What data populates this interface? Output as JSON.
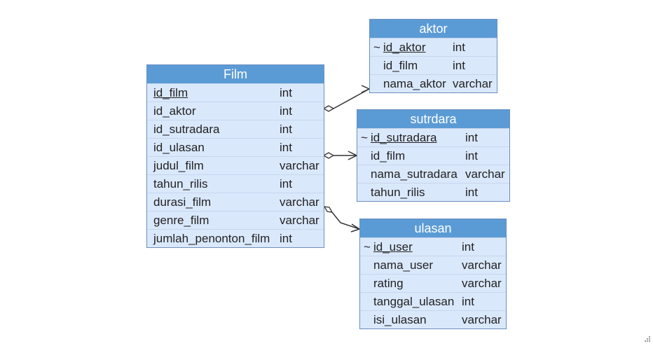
{
  "entities": {
    "film": {
      "title": "Film",
      "rows": [
        {
          "key": "",
          "name": "id_film",
          "type": "int",
          "pk": true
        },
        {
          "key": "",
          "name": "id_aktor",
          "type": "int",
          "pk": false
        },
        {
          "key": "",
          "name": "id_sutradara",
          "type": "int",
          "pk": false
        },
        {
          "key": "",
          "name": "id_ulasan",
          "type": "int",
          "pk": false
        },
        {
          "key": "",
          "name": "judul_film",
          "type": "varchar",
          "pk": false
        },
        {
          "key": "",
          "name": "tahun_rilis",
          "type": "int",
          "pk": false
        },
        {
          "key": "",
          "name": "durasi_film",
          "type": "varchar",
          "pk": false
        },
        {
          "key": "",
          "name": "genre_film",
          "type": "varchar",
          "pk": false
        },
        {
          "key": "",
          "name": "jumlah_penonton_film",
          "type": "int",
          "pk": false
        }
      ]
    },
    "aktor": {
      "title": "aktor",
      "rows": [
        {
          "key": "~",
          "name": "id_aktor",
          "type": "int",
          "pk": true
        },
        {
          "key": "",
          "name": "id_film",
          "type": "int",
          "pk": false
        },
        {
          "key": "",
          "name": "nama_aktor",
          "type": "varchar",
          "pk": false
        }
      ]
    },
    "sutrdara": {
      "title": "sutrdara",
      "rows": [
        {
          "key": "~",
          "name": "id_sutradara",
          "type": "int",
          "pk": true
        },
        {
          "key": "",
          "name": "id_film",
          "type": "int",
          "pk": false
        },
        {
          "key": "",
          "name": "nama_sutradara",
          "type": "varchar",
          "pk": false
        },
        {
          "key": "",
          "name": "tahun_rilis",
          "type": "int",
          "pk": false
        }
      ]
    },
    "ulasan": {
      "title": "ulasan",
      "rows": [
        {
          "key": "~",
          "name": "id_user",
          "type": "int",
          "pk": true
        },
        {
          "key": "",
          "name": "nama_user",
          "type": "varchar",
          "pk": false
        },
        {
          "key": "",
          "name": "rating",
          "type": "varchar",
          "pk": false
        },
        {
          "key": "",
          "name": "tanggal_ulasan",
          "type": "int",
          "pk": false
        },
        {
          "key": "",
          "name": "isi_ulasan",
          "type": "varchar",
          "pk": false
        }
      ]
    }
  },
  "colors": {
    "header": "#5b9bd5",
    "body": "#dae8fc",
    "border": "#6c8ebf",
    "connector": "#333333"
  }
}
